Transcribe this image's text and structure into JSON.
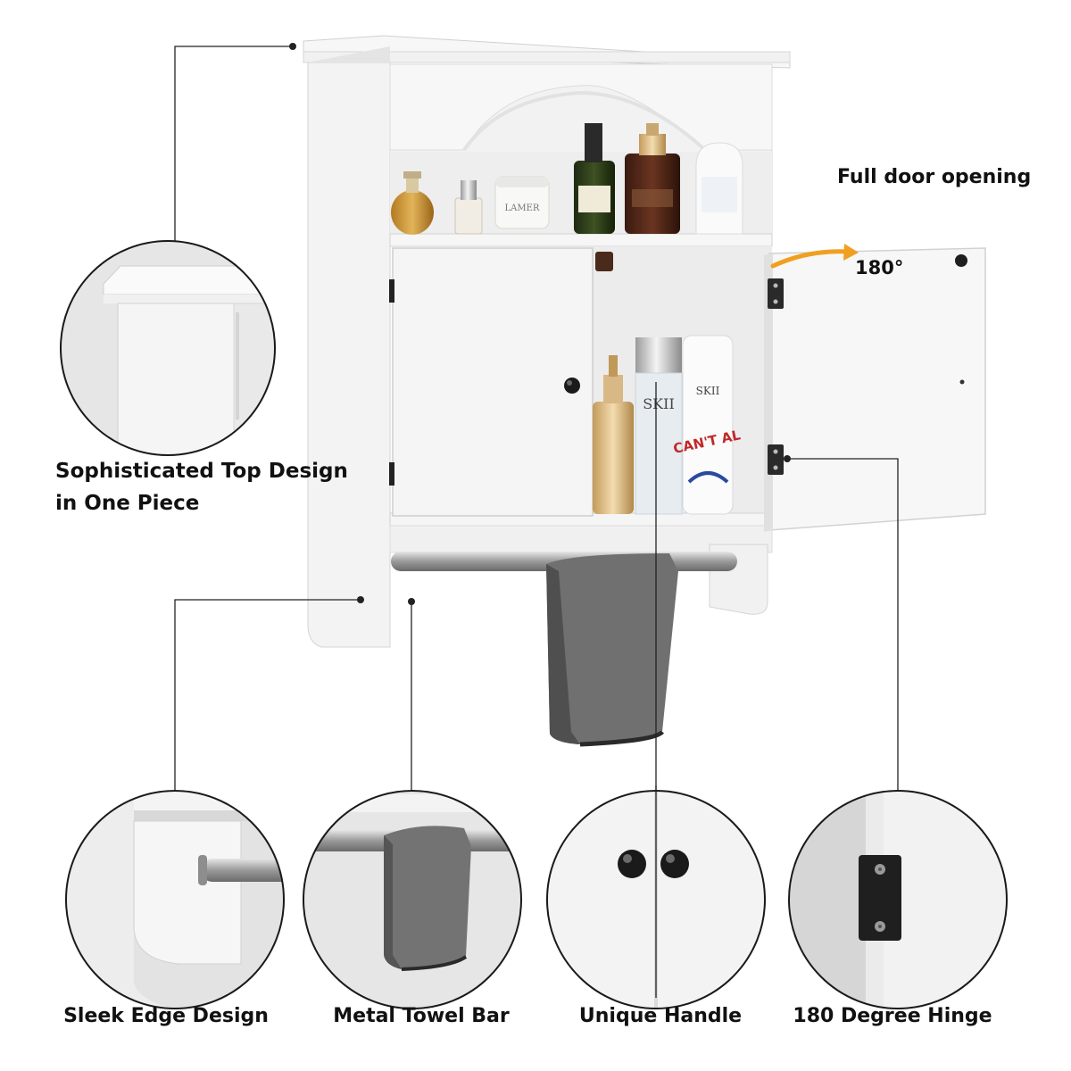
{
  "labels": {
    "top_design_line1": "Sophisticated Top Design",
    "top_design_line2": "in One Piece",
    "full_door": "Full door opening",
    "degree": "180°",
    "sleek_edge": "Sleek Edge Design",
    "towel_bar": "Metal Towel Bar",
    "handle": "Unique Handle",
    "hinge": "180 Degree Hinge"
  },
  "product_labels": {
    "jar": "LAMER",
    "bottle_blue": "SKII",
    "bottle_red": "SKII",
    "bottle_graffiti": "CAN'T AL"
  },
  "colors": {
    "cabinet": "#f4f4f4",
    "cabinet_shade": "#dedede",
    "towel": "#6b6b6b",
    "bar": "#a9a9a9",
    "accent_arrow": "#f0a020",
    "line": "#222222"
  }
}
